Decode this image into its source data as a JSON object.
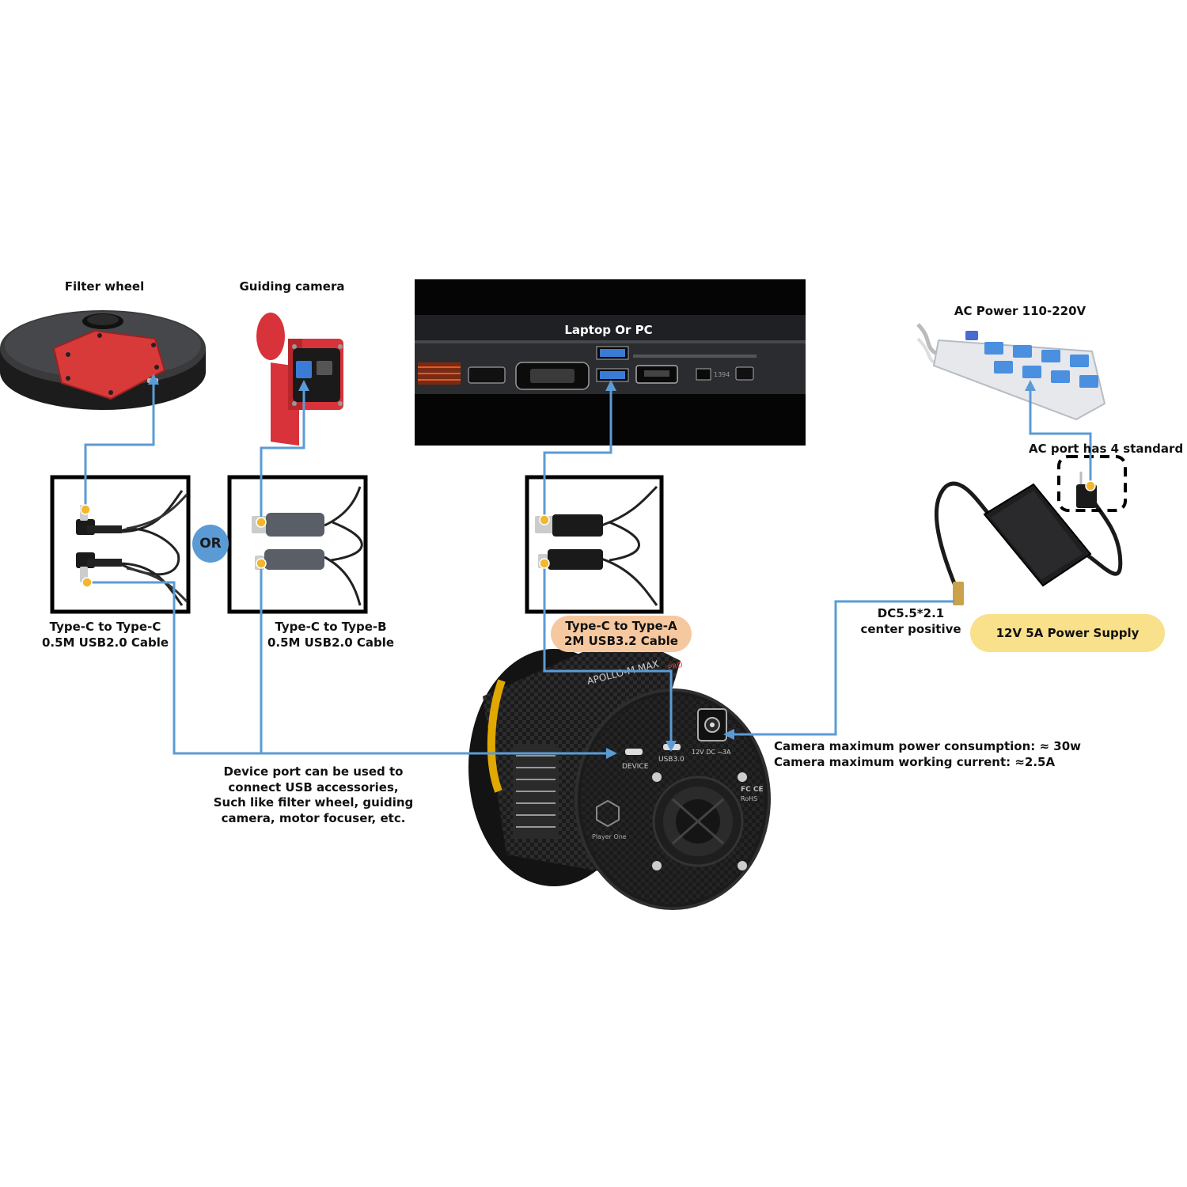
{
  "labels": {
    "filter_wheel": "Filter wheel",
    "guiding_camera": "Guiding camera",
    "laptop": "Laptop Or PC",
    "ac_power": "AC Power 110-220V",
    "ac_port": "AC port has 4 standard",
    "or_badge": "OR",
    "cable_cc": [
      "Type-C to Type-C",
      "0.5M USB2.0 Cable"
    ],
    "cable_cb": [
      "Type-C to Type-B",
      "0.5M USB2.0 Cable"
    ],
    "cable_ca": [
      "Type-C to Type-A",
      "2M USB3.2 Cable"
    ],
    "dc_plug": [
      "DC5.5*2.1",
      "center positive"
    ],
    "power_supply": "12V 5A Power Supply",
    "camera_specs": [
      "Camera maximum power consumption: ≈ 30w",
      "Camera maximum working current: ≈2.5A"
    ],
    "device_port_note": [
      "Device port can be used to",
      "connect USB accessories,",
      "Such like filter wheel, guiding",
      "camera, motor focuser, etc."
    ]
  },
  "camera": {
    "model_text": "APOLLO-M MAX",
    "model_badge": "PRO",
    "port_device": "DEVICE",
    "port_usb": "USB3.0",
    "port_dc": "12V DC ⎓3A",
    "brand": "Player One",
    "cert": [
      "FC CE",
      "RoHS"
    ]
  },
  "laptop_ports": {
    "firewire": "1394"
  },
  "colors": {
    "wire": "#5b9bd5",
    "or_badge": "#5b9bd5",
    "cable_ca_pill": "#f6c8a0",
    "power_pill": "#f9e08a",
    "camera_accent": "#e0a800",
    "filter_wheel_plate": "#d83a3a",
    "guide_camera_body": "#d8333a",
    "power_strip": "#e6e8ec",
    "socket": "#4a8fe0"
  },
  "icons": [
    "filter-wheel-image",
    "guiding-camera-image",
    "laptop-image",
    "power-strip-image",
    "power-adapter-image",
    "astro-camera-image"
  ]
}
